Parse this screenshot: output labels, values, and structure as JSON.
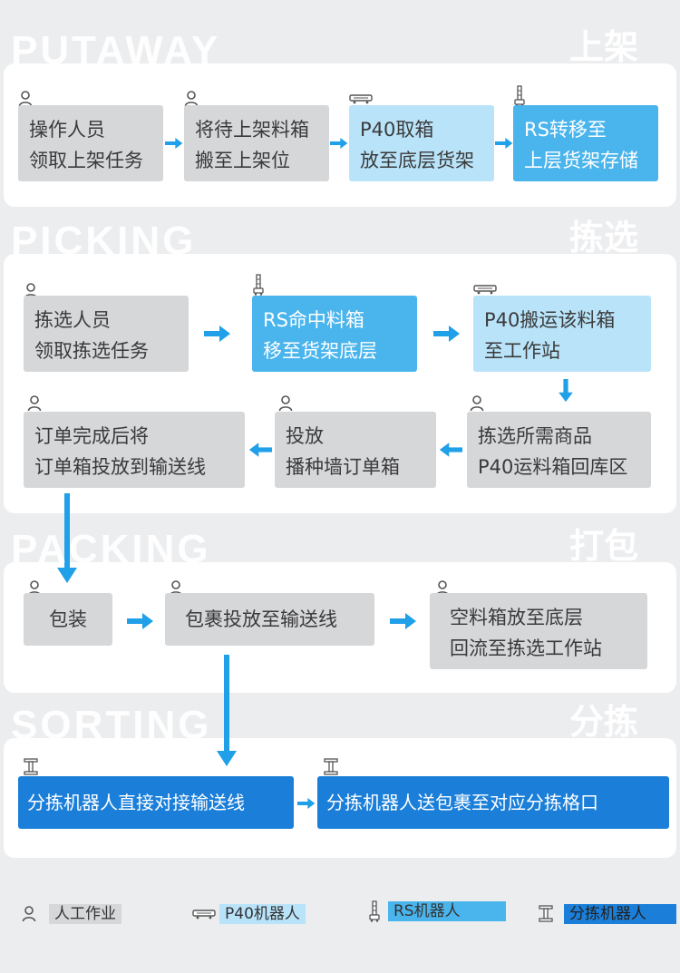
{
  "sections": {
    "putaway": {
      "en": "PUTAWAY",
      "cn": "上架"
    },
    "picking": {
      "en": "PICKING",
      "cn": "拣选"
    },
    "packing": {
      "en": "PACKING",
      "cn": "打包"
    },
    "sorting": {
      "en": "SORTING",
      "cn": "分拣"
    }
  },
  "putaway_steps": [
    {
      "text": "操作人员\n领取上架任务",
      "actor": "human"
    },
    {
      "text": "将待上架料箱\n搬至上架位",
      "actor": "human"
    },
    {
      "text": "P40取箱\n放至底层货架",
      "actor": "p40"
    },
    {
      "text": "RS转移至\n上层货架存储",
      "actor": "rs"
    }
  ],
  "picking_steps": [
    {
      "text": "拣选人员\n领取拣选任务",
      "actor": "human"
    },
    {
      "text": "RS命中料箱\n移至货架底层",
      "actor": "rs"
    },
    {
      "text": "P40搬运该料箱\n至工作站",
      "actor": "p40"
    },
    {
      "text": "拣选所需商品\nP40运料箱回库区",
      "actor": "human"
    },
    {
      "text": "投放\n播种墙订单箱",
      "actor": "human"
    },
    {
      "text": "订单完成后将\n订单箱投放到输送线",
      "actor": "human"
    }
  ],
  "packing_steps": [
    {
      "text": "包装",
      "actor": "human"
    },
    {
      "text": "包裹投放至输送线",
      "actor": "human"
    },
    {
      "text": "空料箱放至底层\n回流至拣选工作站",
      "actor": "human"
    }
  ],
  "sorting_steps": [
    {
      "text": "分拣机器人直接对接输送线",
      "actor": "sorter"
    },
    {
      "text": "分拣机器人送包裹至对应分拣格口",
      "actor": "sorter"
    }
  ],
  "legend": [
    {
      "label": "人工作业",
      "icon": "person-icon",
      "color": "#d6d7d9"
    },
    {
      "label": "P40机器人",
      "icon": "p40-robot-icon",
      "color": "#b9e3f9"
    },
    {
      "label": "RS机器人",
      "icon": "rs-robot-icon",
      "color": "#4ab4ec"
    },
    {
      "label": "分拣机器人",
      "icon": "sorting-robot-icon",
      "color": "#1b7fd9"
    }
  ],
  "colors": {
    "human": "#d6d7d9",
    "p40": "#b9e3f9",
    "rs": "#4ab4ec",
    "sorter": "#1b7fd9",
    "arrow": "#1fa0e8"
  }
}
